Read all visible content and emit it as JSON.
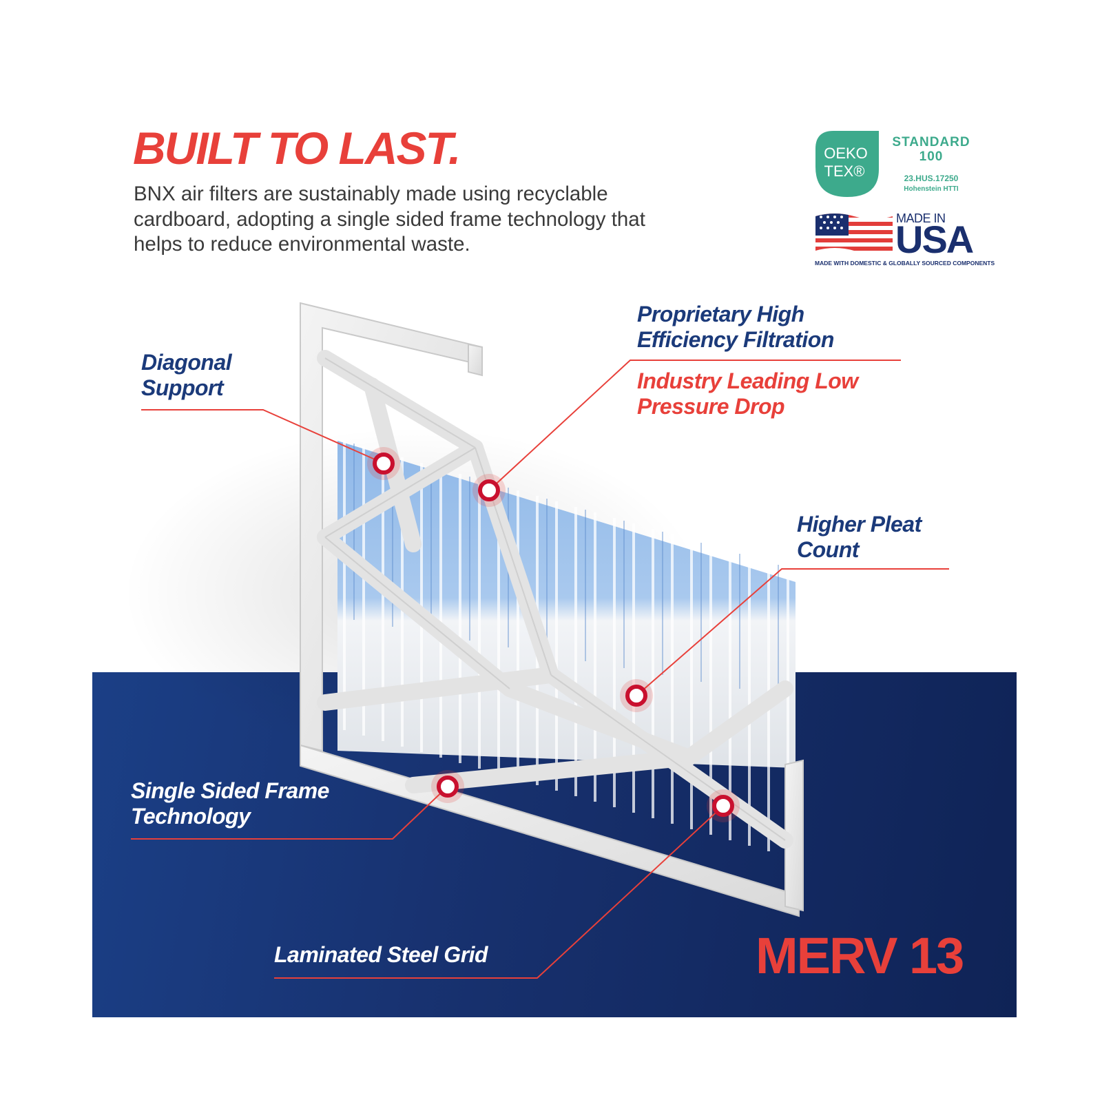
{
  "header": {
    "title": "BUILT TO LAST.",
    "description": "BNX air filters are sustainably made using recyclable cardboard, adopting a single sided frame technology that helps to reduce environmental waste."
  },
  "badges": {
    "oeko_tex": {
      "logo_text": "OEKO\nTEX®",
      "standard": "STANDARD\n100",
      "cert_number": "23.HUS.17250",
      "institute": "Hohenstein HTTI"
    },
    "made_in_usa": {
      "made_in": "MADE IN",
      "country": "USA",
      "note": "MADE WITH DOMESTIC & GLOBALLY SOURCED COMPONENTS"
    }
  },
  "callouts": {
    "diagonal_support": "Diagonal\nSupport",
    "high_efficiency": "Proprietary High\nEfficiency Filtration",
    "low_pressure": "Industry Leading Low\nPressure Drop",
    "pleat_count": "Higher Pleat\nCount",
    "single_sided_frame": "Single Sided Frame\nTechnology",
    "steel_grid": "Laminated Steel Grid"
  },
  "rating": "MERV 13",
  "colors": {
    "accent_red": "#e8403a",
    "navy": "#17306d",
    "label_blue": "#1b3a7a",
    "oeko_green": "#3daa8c",
    "pleat_blue": "#8fb8e8"
  }
}
